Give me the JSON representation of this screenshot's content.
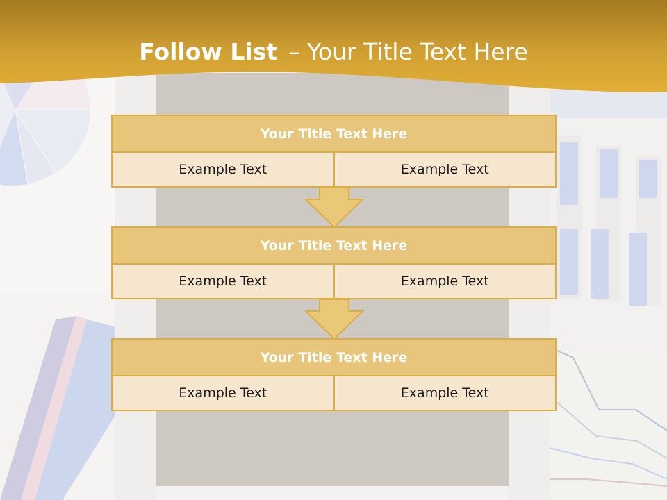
{
  "slide": {
    "title_bold": "Follow List",
    "title_rest": "– Your Title Text Here"
  },
  "steps": [
    {
      "title": "Your Title Text Here",
      "left": "Example Text",
      "right": "Example Text"
    },
    {
      "title": "Your Title Text Here",
      "left": "Example Text",
      "right": "Example Text"
    },
    {
      "title": "Your Title Text Here",
      "left": "Example Text",
      "right": "Example Text"
    }
  ],
  "colors": {
    "header_gold": "#d8a93a",
    "title_fill": "#e7c57a",
    "cell_fill": "#f5e6cd",
    "border": "#ddad45",
    "arrow_fill": "#e9c877"
  },
  "background": {
    "pie_chart_icon": "pie-chart-icon",
    "bar_chart_icon": "bar-chart-icon",
    "line_chart_icon": "line-chart-icon"
  }
}
